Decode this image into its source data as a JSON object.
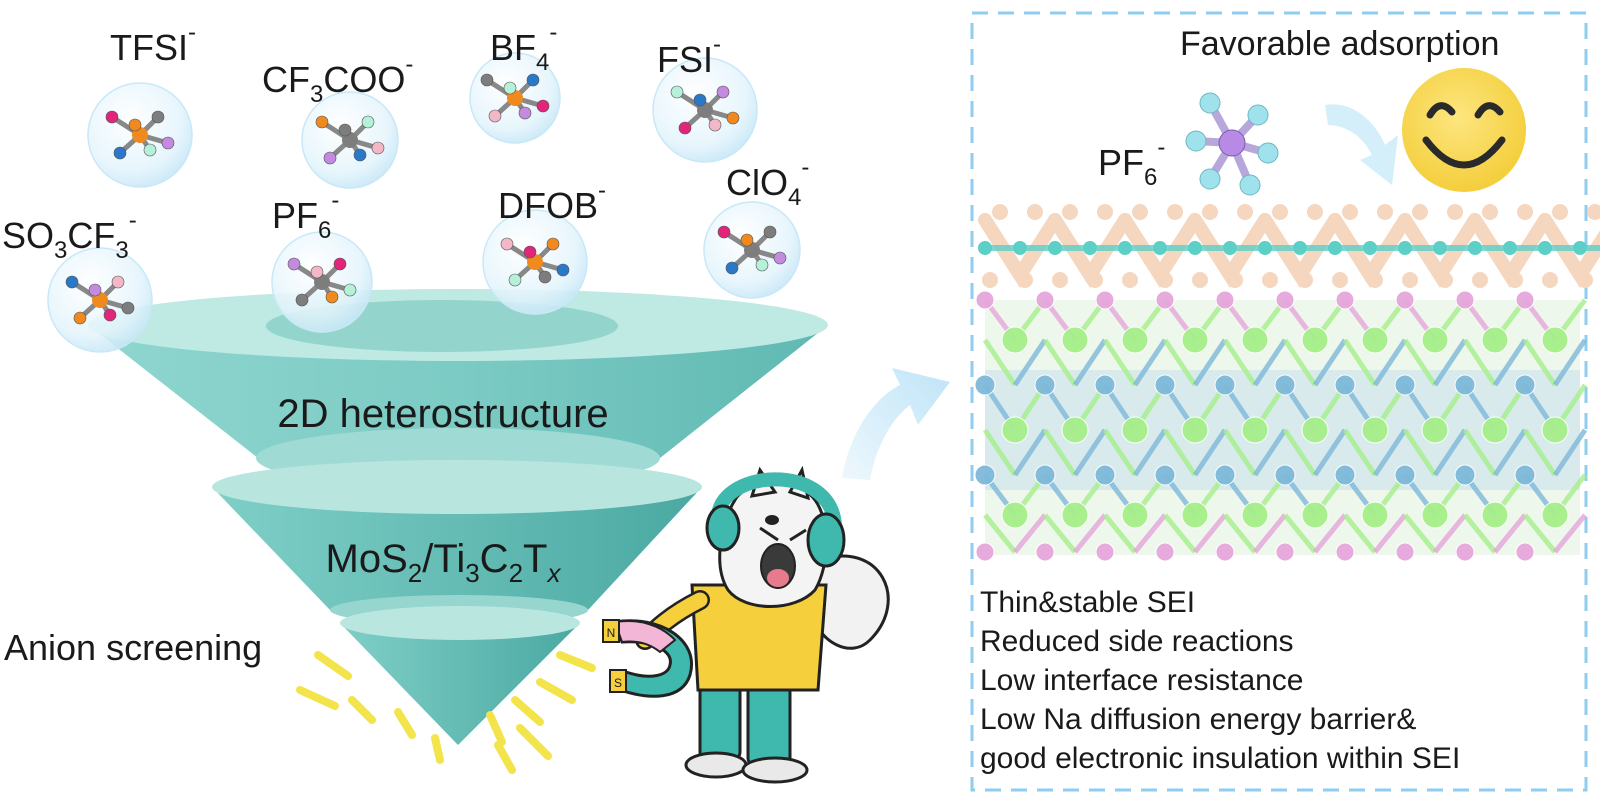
{
  "anions": [
    {
      "id": "tfsi",
      "base": "TFSI",
      "parts": [],
      "charge": "-"
    },
    {
      "id": "cf3coo",
      "base": "CF",
      "parts": [
        {
          "sub": "3",
          "text": "COO"
        }
      ],
      "charge": "-"
    },
    {
      "id": "bf4",
      "base": "BF",
      "parts": [
        {
          "sub": "4",
          "text": ""
        }
      ],
      "charge": "-"
    },
    {
      "id": "fsi",
      "base": "FSI",
      "parts": [],
      "charge": "-"
    },
    {
      "id": "so3cf3",
      "base": "SO",
      "parts": [
        {
          "sub": "3",
          "text": "CF"
        },
        {
          "sub": "3",
          "text": ""
        }
      ],
      "charge": "-"
    },
    {
      "id": "pf6",
      "base": "PF",
      "parts": [
        {
          "sub": "6",
          "text": ""
        }
      ],
      "charge": "-"
    },
    {
      "id": "dfob",
      "base": "DFOB",
      "parts": [],
      "charge": "-"
    },
    {
      "id": "clo4",
      "base": "ClO",
      "parts": [
        {
          "sub": "4",
          "text": ""
        }
      ],
      "charge": "-"
    }
  ],
  "funnel": {
    "tier1_label": "2D heterostructure",
    "tier2": {
      "a": "MoS",
      "a_sub": "2",
      "b": "/Ti",
      "b_sub": "3",
      "c": "C",
      "c_sub": "2",
      "d": "T",
      "d_sub": "x"
    },
    "screening_label": "Anion screening"
  },
  "magnet": {
    "pole_n": "N",
    "pole_s": "S"
  },
  "right_panel": {
    "title": "Favorable adsorption",
    "adsorbate": {
      "base": "PF",
      "sub": "6",
      "charge": "-"
    },
    "properties": [
      "Thin&stable SEI",
      "Reduced side reactions",
      "Low interface resistance",
      "Low Na diffusion energy barrier&",
      "good electronic insulation within SEI"
    ]
  },
  "colors": {
    "funnel_main": "#7fd0c9",
    "funnel_dark": "#4fb3ac",
    "panel_border": "#8ecdf0",
    "mos2_mo": "#5ccfc6",
    "mos2_s": "#f5d6bf",
    "mxene_ti": "#a6ef8a",
    "mxene_c": "#7fb9da",
    "mxene_t": "#e6a6dc",
    "smiley": "#f8d84a",
    "arrow": "#d4eefa",
    "ray": "#f2e44a"
  }
}
